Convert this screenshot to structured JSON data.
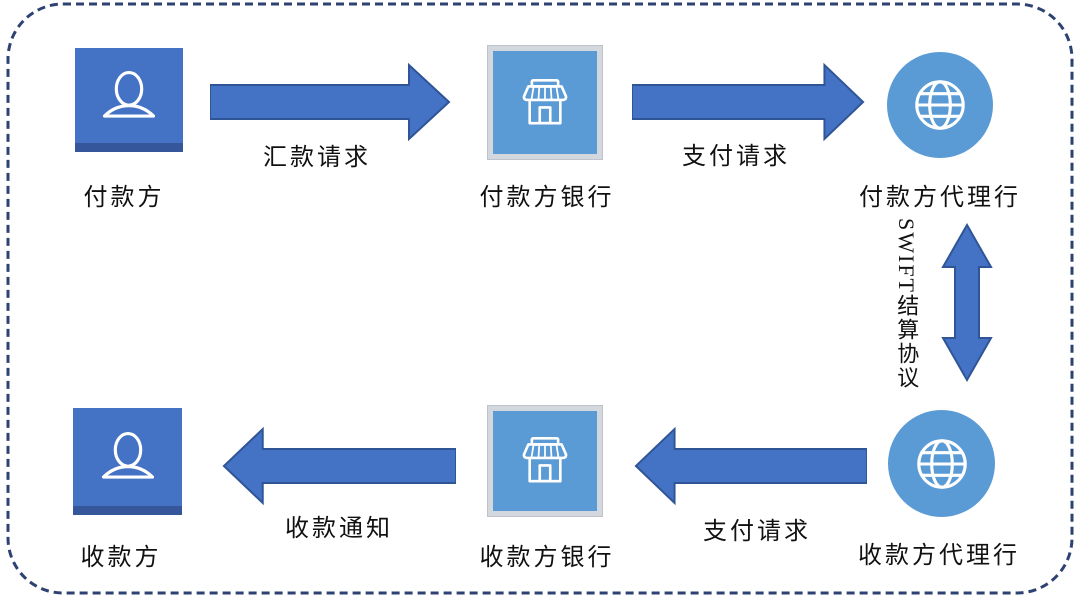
{
  "diagram": {
    "nodes": {
      "payer": {
        "label": "付款方",
        "icon": "person-icon"
      },
      "payer_bank": {
        "label": "付款方银行",
        "icon": "store-icon"
      },
      "payer_agent": {
        "label": "付款方代理行",
        "icon": "globe-icon"
      },
      "payee_agent": {
        "label": "收款方代理行",
        "icon": "globe-icon"
      },
      "payee_bank": {
        "label": "收款方银行",
        "icon": "store-icon"
      },
      "payee": {
        "label": "收款方",
        "icon": "person-icon"
      }
    },
    "flows": {
      "remittance_request": {
        "label": "汇款请求",
        "direction": "right"
      },
      "payment_request_top": {
        "label": "支付请求",
        "direction": "right"
      },
      "swift_settlement": {
        "label": "SWIFT结算协议",
        "direction": "both",
        "orientation": "vertical"
      },
      "payment_request_bottom": {
        "label": "支付请求",
        "direction": "left"
      },
      "credit_notice": {
        "label": "收款通知",
        "direction": "left"
      }
    },
    "colors": {
      "person_tile": "#4472C4",
      "person_tile_strip": "#35569B",
      "bank_tile": "#5B9BD5",
      "bank_tile_frame": "#D3D7DE",
      "agent_circle": "#5B9BD5",
      "arrow_fill": "#4472C4",
      "arrow_stroke": "#2F5597",
      "border_dash": "#2E4272",
      "icon_stroke": "#FFFFFF",
      "label_text": "#111111"
    }
  }
}
